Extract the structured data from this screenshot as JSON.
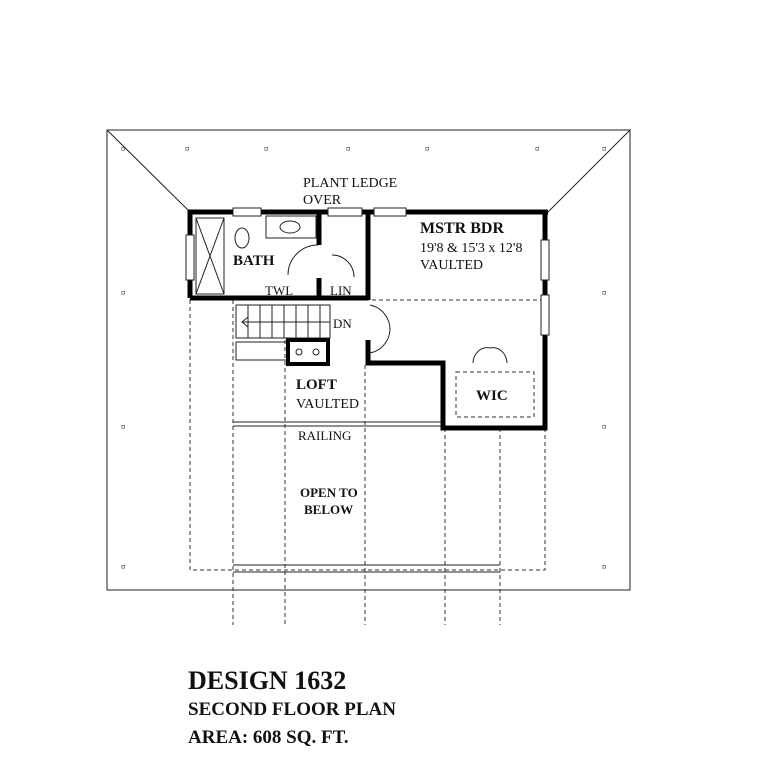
{
  "plan": {
    "plant_ledge_line1": "PLANT LEDGE",
    "plant_ledge_line2": "OVER",
    "master_bedroom": {
      "name": "MSTR BDR",
      "dimensions": "19'8 & 15'3 x 12'8",
      "note": "VAULTED"
    },
    "bath": "BATH",
    "towel": "TWL",
    "linen": "LIN",
    "stairs_down": "DN",
    "loft": {
      "name": "LOFT",
      "note": "VAULTED"
    },
    "walk_in_closet": "WIC",
    "railing": "RAILING",
    "open_line1": "OPEN TO",
    "open_line2": "BELOW"
  },
  "caption": {
    "design": "DESIGN 1632",
    "plan_name": "SECOND FLOOR PLAN",
    "area": "AREA: 608 SQ. FT."
  }
}
